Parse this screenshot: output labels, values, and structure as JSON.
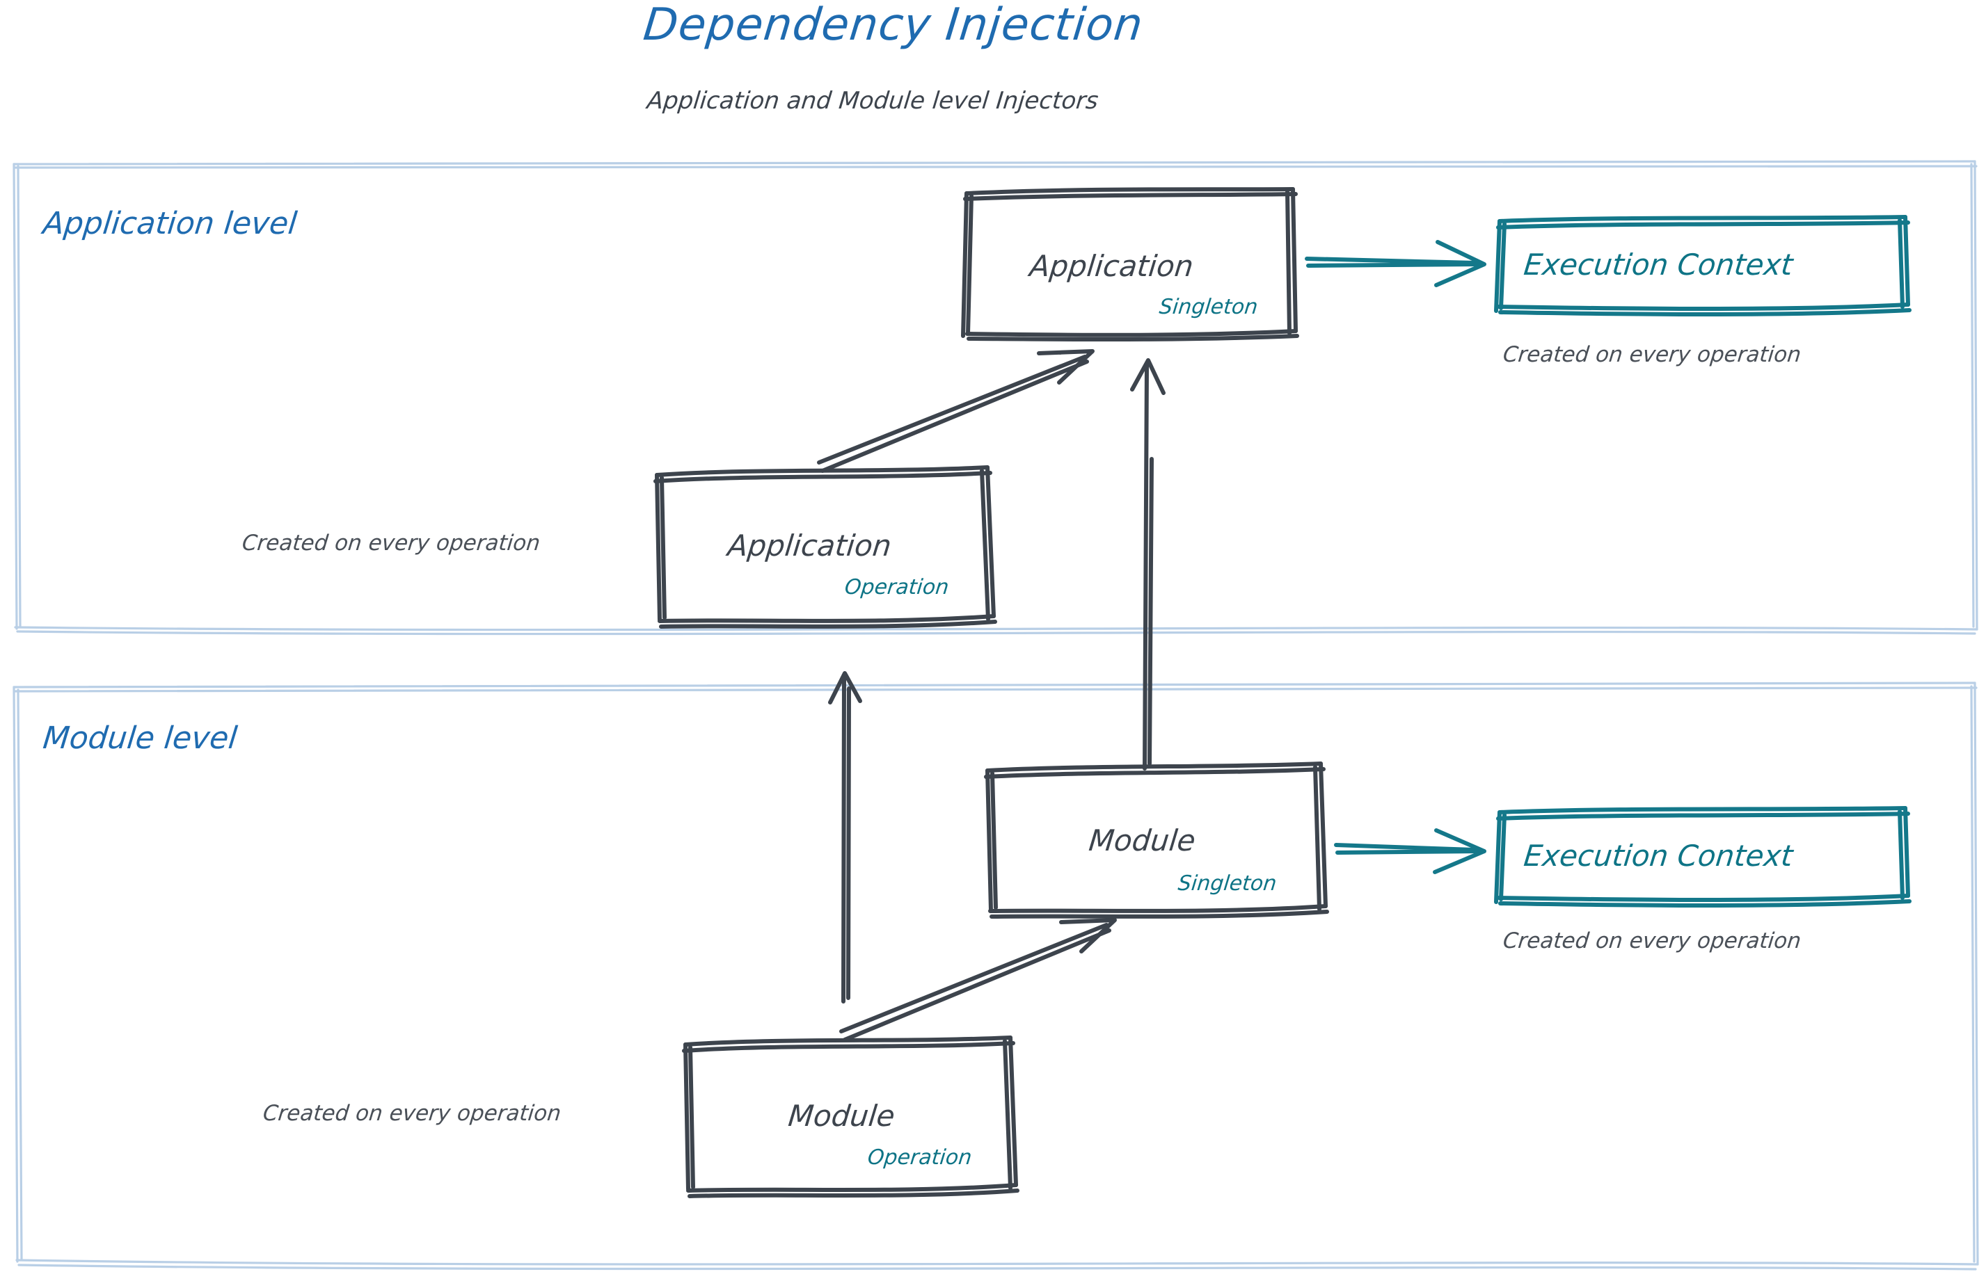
{
  "header": {
    "title": "Dependency Injection",
    "subtitle": "Application and Module level Injectors"
  },
  "colors": {
    "title_blue": "#1f6bb0",
    "ink_gray": "#3d444d",
    "accent_teal": "#0e7486",
    "zone_border_blue": "#b9cfe6",
    "note_gray": "#4a5058",
    "background": "#ffffff"
  },
  "zones": [
    {
      "id": "application-level",
      "label": "Application level"
    },
    {
      "id": "module-level",
      "label": "Module level"
    }
  ],
  "nodes": [
    {
      "id": "application-singleton",
      "zone": "application-level",
      "title": "Application",
      "scope": "Singleton",
      "style": "gray-box"
    },
    {
      "id": "application-operation",
      "zone": "application-level",
      "title": "Application",
      "scope": "Operation",
      "style": "gray-box"
    },
    {
      "id": "execution-context-application",
      "zone": "application-level",
      "title": "Execution Context",
      "scope": "",
      "style": "teal-box"
    },
    {
      "id": "module-singleton",
      "zone": "module-level",
      "title": "Module",
      "scope": "Singleton",
      "style": "gray-box"
    },
    {
      "id": "module-operation",
      "zone": "module-level",
      "title": "Module",
      "scope": "Operation",
      "style": "gray-box"
    },
    {
      "id": "execution-context-module",
      "zone": "module-level",
      "title": "Execution Context",
      "scope": "",
      "style": "teal-box"
    }
  ],
  "notes": [
    {
      "id": "note-exec-context-application",
      "text": "Created on every operation"
    },
    {
      "id": "note-application-operation",
      "text": "Created on every operation"
    },
    {
      "id": "note-exec-context-module",
      "text": "Created on every operation"
    },
    {
      "id": "note-module-operation",
      "text": "Created on every operation"
    }
  ],
  "edges": [
    {
      "id": "edge-application-singleton-to-execution-context",
      "from": "application-singleton",
      "to": "execution-context-application",
      "color": "teal",
      "direction": "right"
    },
    {
      "id": "edge-application-operation-to-application-singleton",
      "from": "application-operation",
      "to": "application-singleton",
      "color": "gray",
      "direction": "up-right"
    },
    {
      "id": "edge-module-singleton-to-application-singleton",
      "from": "module-singleton",
      "to": "application-singleton",
      "color": "gray",
      "direction": "up"
    },
    {
      "id": "edge-module-operation-to-application-operation",
      "from": "module-operation",
      "to": "application-operation",
      "color": "gray",
      "direction": "up"
    },
    {
      "id": "edge-module-operation-to-module-singleton",
      "from": "module-operation",
      "to": "module-singleton",
      "color": "gray",
      "direction": "up-right"
    },
    {
      "id": "edge-module-singleton-to-execution-context",
      "from": "module-singleton",
      "to": "execution-context-module",
      "color": "teal",
      "direction": "right"
    }
  ]
}
